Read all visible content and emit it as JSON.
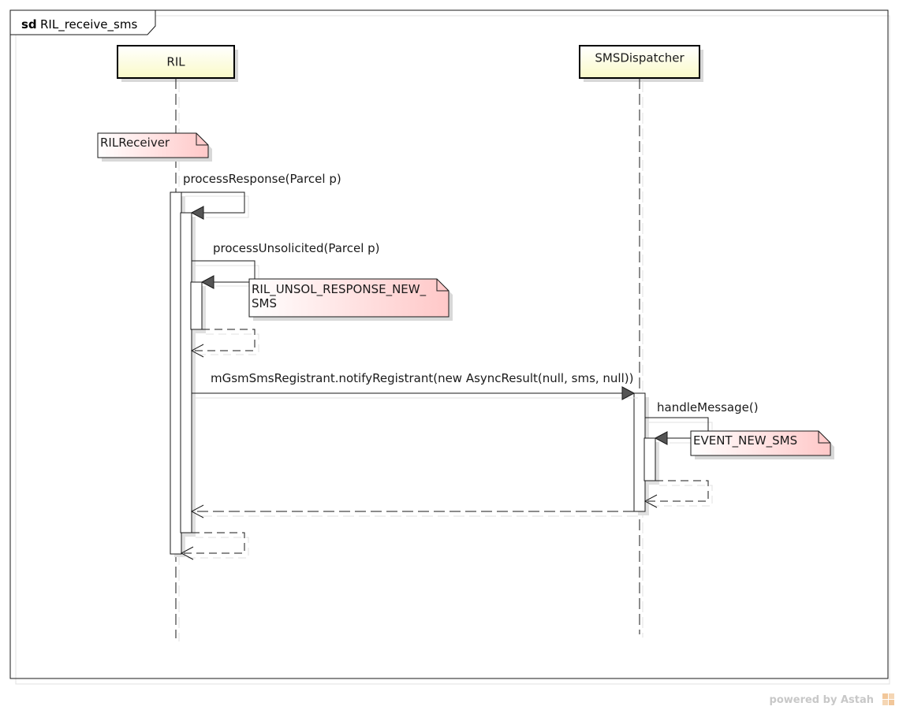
{
  "frame": {
    "keyword": "sd",
    "name": "RIL_receive_sms"
  },
  "lifelines": [
    {
      "name": "RIL"
    },
    {
      "name": "SMSDispatcher"
    }
  ],
  "notes": [
    {
      "text": "RILReceiver"
    },
    {
      "line1": "RIL_UNSOL_RESPONSE_NEW_",
      "line2": "SMS"
    },
    {
      "text": "EVENT_NEW_SMS"
    }
  ],
  "messages": [
    {
      "label": "processResponse(Parcel p)"
    },
    {
      "label": "processUnsolicited(Parcel p)"
    },
    {
      "label": "mGsmSmsRegistrant.notifyRegistrant(new AsyncResult(null, sms, null))"
    },
    {
      "label": "handleMessage()"
    }
  ],
  "watermark": {
    "prefix": "powered by ",
    "brand": "Astah"
  },
  "colors": {
    "lifeline_head_top": "#ffffff",
    "lifeline_head_bottom": "#fafac8",
    "note_left": "#ffffff",
    "note_right": "#ffc8c8",
    "shadow": "#d8d8d8",
    "line": "#1a1a1a"
  }
}
